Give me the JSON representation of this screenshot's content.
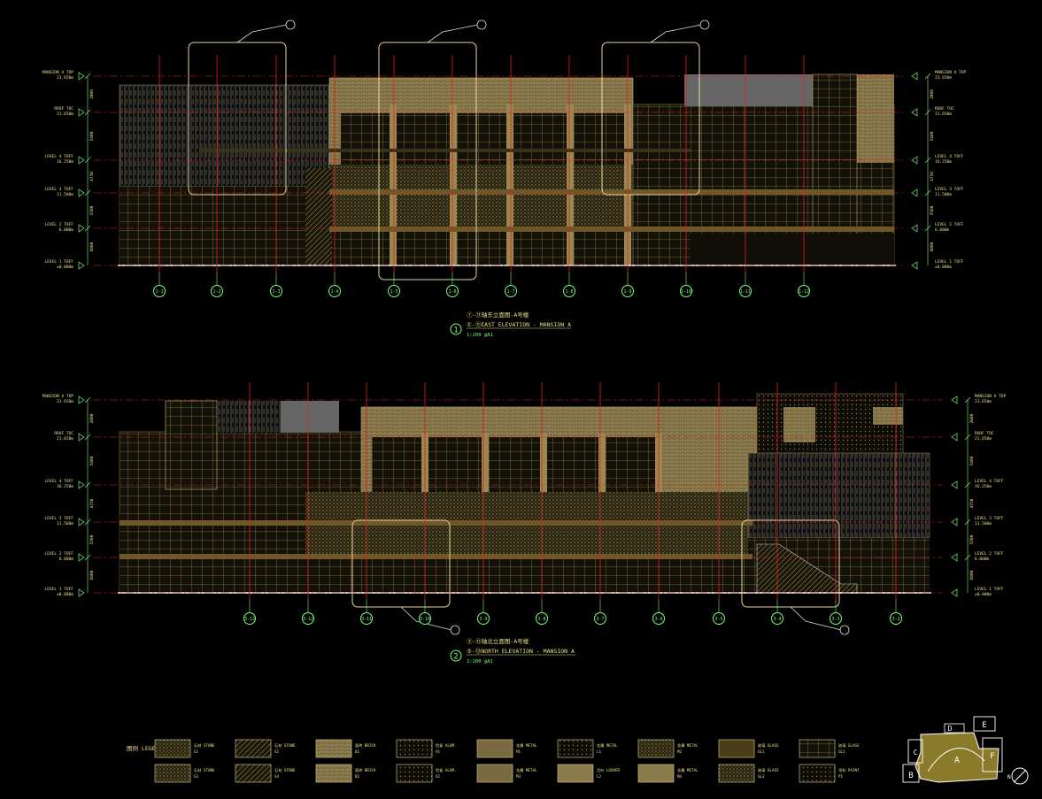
{
  "elevations": [
    {
      "number": "1",
      "title_cn": "①-⑪轴东立面图-A号楼",
      "title_en": "①-⑪EAST ELEVATION - MANSION A",
      "scale": "1:200 @A1",
      "grid_labels": [
        "1-1",
        "1-2",
        "1-3",
        "1-4",
        "1-5",
        "1-6",
        "1-7",
        "1-8",
        "1-9",
        "1-10",
        "1-11",
        "1-12"
      ],
      "levels": [
        {
          "name": "MANSION A TOP",
          "value": "23.650m"
        },
        {
          "name": "ROOF TOC",
          "value": "21.650m"
        },
        {
          "name": "LEVEL 4 TOFF",
          "value": "16.250m"
        },
        {
          "name": "LEVEL 3 TOFF",
          "value": "11.500m"
        },
        {
          "name": "LEVEL 2 TOFF",
          "value": "6.000m"
        },
        {
          "name": "LEVEL 1 TOFF",
          "value": "±0.000m"
        }
      ],
      "dims": [
        "2000",
        "5400",
        "4750",
        "5500",
        "6000"
      ]
    },
    {
      "number": "2",
      "title_cn": "③-⑬轴北立面图-A号楼",
      "title_en": "③-⑬NORTH ELEVATION - MANSION A",
      "scale": "1:200 @A1",
      "grid_labels": [
        "3-13",
        "3-12",
        "3-11",
        "3-10",
        "3-9",
        "3-8",
        "3-7",
        "3-6",
        "3-5",
        "3-4",
        "3-3",
        "3-2"
      ],
      "levels": [
        {
          "name": "MANSION A TOP",
          "value": "23.650m"
        },
        {
          "name": "ROOF TOC",
          "value": "21.650m"
        },
        {
          "name": "LEVEL 4 TOFF",
          "value": "16.250m"
        },
        {
          "name": "LEVEL 3 TOFF",
          "value": "11.500m"
        },
        {
          "name": "LEVEL 2 TOFF",
          "value": "6.000m"
        },
        {
          "name": "LEVEL 1 TOFF",
          "value": "±0.000m"
        }
      ],
      "dims": [
        "2000",
        "5400",
        "4750",
        "5500",
        "6000"
      ]
    }
  ],
  "legend": {
    "title": "图例 LEGEND",
    "items": [
      {
        "code": "S1",
        "label": "石材 STONE"
      },
      {
        "code": "S2",
        "label": "石材 STONE"
      },
      {
        "code": "B1",
        "label": "面砖 BRICK"
      },
      {
        "code": "A1",
        "label": "铝板 ALUM."
      },
      {
        "code": "M1",
        "label": "金属 METAL"
      },
      {
        "code": "L1",
        "label": "金属 METAL"
      },
      {
        "code": "M2",
        "label": "金属 METAL"
      },
      {
        "code": "GL1",
        "label": "玻璃 GLASS"
      },
      {
        "code": "GL2",
        "label": "玻璃 GLASS"
      },
      {
        "code": "S3",
        "label": "石材 STONE"
      },
      {
        "code": "S4",
        "label": "石材 STONE"
      },
      {
        "code": "B2",
        "label": "面砖 BRICK"
      },
      {
        "code": "A2",
        "label": "铝板 ALUM."
      },
      {
        "code": "M3",
        "label": "金属 METAL"
      },
      {
        "code": "L2",
        "label": "百叶 LOUVER"
      },
      {
        "code": "M4",
        "label": "金属 METAL"
      },
      {
        "code": "GL3",
        "label": "玻璃 GLASS"
      },
      {
        "code": "P1",
        "label": "涂料 PAINT"
      }
    ]
  },
  "keyplan": {
    "labels": [
      "A",
      "B",
      "C",
      "D",
      "E",
      "F"
    ],
    "north": "N"
  }
}
